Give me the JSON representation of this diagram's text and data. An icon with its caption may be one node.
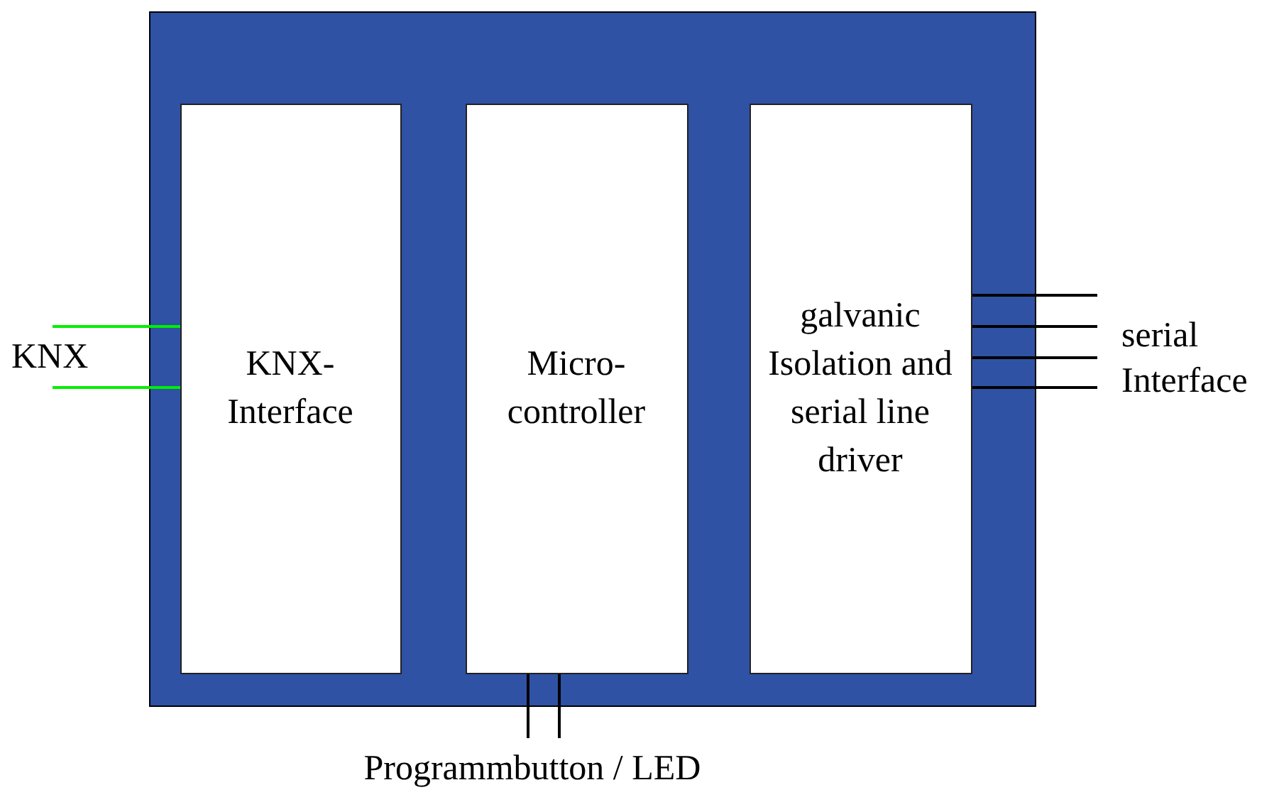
{
  "diagram": {
    "nodes": [
      {
        "text": [],
        "shape": "box"
      },
      {
        "text": [
          "KNX-Interface"
        ],
        "in": 0
      },
      {
        "text": [
          "Micro-controller"
        ],
        "in": 0
      },
      {
        "text": [
          "galvanic Isolation and serial line driver"
        ],
        "in": 0
      },
      {
        "text": [
          "KNX"
        ]
      },
      {
        "text": [
          "serial Interface"
        ]
      },
      {
        "text": [
          "Programmbutton / LED"
        ]
      }
    ],
    "edges": [
      {
        "from": 4,
        "to": 1,
        "arrow": "none",
        "color": "#00ee00"
      },
      {
        "from": 4,
        "to": 1,
        "arrow": "none",
        "color": "#00ee00"
      },
      {
        "from": 3,
        "to": 5,
        "arrow": "none"
      },
      {
        "from": 3,
        "to": 5,
        "arrow": "none"
      },
      {
        "from": 3,
        "to": 5,
        "arrow": "none"
      },
      {
        "from": 3,
        "to": 5,
        "arrow": "none"
      },
      {
        "from": 2,
        "to": 6,
        "arrow": "none"
      },
      {
        "from": 2,
        "to": 6,
        "arrow": "none"
      }
    ]
  }
}
